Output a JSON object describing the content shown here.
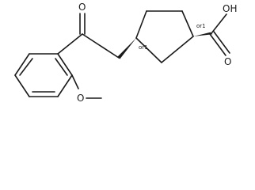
{
  "structure": {
    "atoms": {
      "carbonyl_oxygen": "O",
      "acid_group": "OH",
      "acid_carbonyl_oxygen": "O",
      "ether_oxygen": "O"
    },
    "stereo_labels": {
      "c1": "or1",
      "c3": "or1"
    }
  },
  "colors": {
    "ink": "#1a1a1a",
    "background": "#ffffff"
  }
}
